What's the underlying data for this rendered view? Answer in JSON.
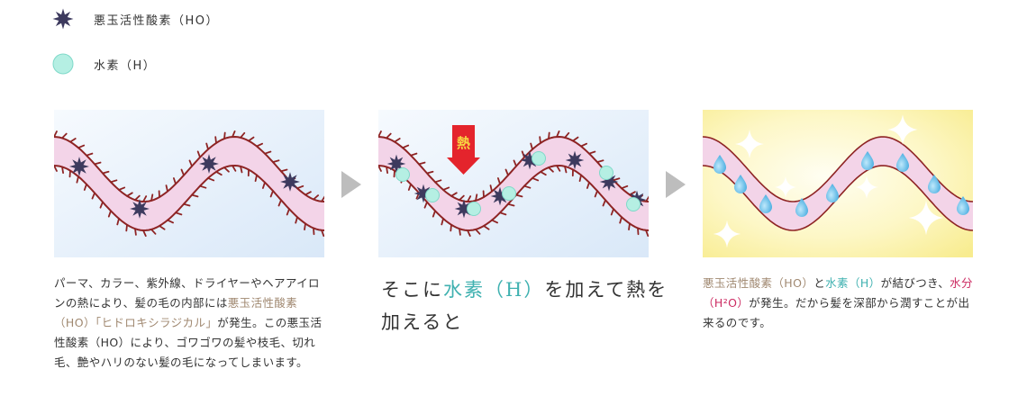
{
  "legend": {
    "radical": {
      "label": "悪玉活性酸素（HO）",
      "icon": "star-burst-icon",
      "color": "#3d3a5e"
    },
    "hydrogen": {
      "label": "水素（H）",
      "icon": "circle-icon",
      "color": "#b5efe3"
    }
  },
  "heat_label": "熱",
  "step1": {
    "text": {
      "a": "パーマ、カラー、紫外線、ドライヤーやヘアアイロンの熱により、髪の毛の内部には",
      "b": "悪玉活性酸素（HO）「ヒドロキシラジカル」",
      "c": "が発生。この悪玉活性酸素（HO）により、ゴワゴワの髪や枝毛、切れ毛、艶やハリのない髪の毛になってしまいます。"
    }
  },
  "step2": {
    "text": {
      "a": "そこに",
      "b": "水素（H）",
      "c": "を加えて熱を加えると"
    }
  },
  "step3": {
    "text": {
      "a": "悪玉活性酸素（HO）",
      "b": "と",
      "c": "水素（H）",
      "d": "が結びつき、",
      "e": "水分（H²O）",
      "f": "が発生。だから髪を深部から潤すことが出来るのです。"
    }
  },
  "colors": {
    "hair_fill": "#f3d4e8",
    "hair_edge": "#8e2424",
    "bg_blue": "#e3eefb",
    "bg_yellow": "#fbf3a6",
    "heat_arrow": "#e4242c",
    "water_drop": "#49b3e6"
  }
}
